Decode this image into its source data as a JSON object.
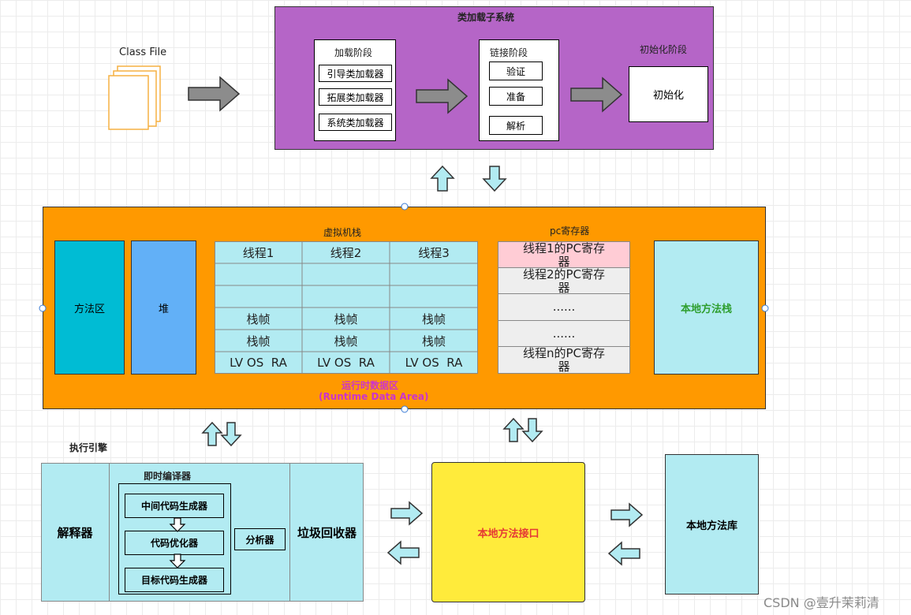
{
  "class_file": {
    "label": "Class File"
  },
  "loader": {
    "title": "类加载子系统",
    "loading": {
      "title": "加载阶段",
      "items": [
        "引导类加载器",
        "拓展类加载器",
        "系统类加载器"
      ]
    },
    "linking": {
      "title": "链接阶段",
      "items": [
        "验证",
        "准备",
        "解析"
      ]
    },
    "init": {
      "title": "初始化阶段",
      "box": "初始化"
    }
  },
  "runtime": {
    "title": "运行时数据区",
    "subtitle": "(Runtime Data Area)",
    "method_area": "方法区",
    "heap": "堆",
    "vm_stack": {
      "title": "虚拟机栈",
      "columns": [
        "线程1",
        "线程2",
        "线程3"
      ],
      "frame": "栈帧",
      "lvosra": "LV OS  RA"
    },
    "pc": {
      "title": "pc寄存器",
      "rows": [
        "线程1的PC寄存器",
        "线程2的PC寄存器",
        "......",
        "......",
        "线程n的PC寄存器"
      ]
    },
    "native_stack": "本地方法栈"
  },
  "engine": {
    "title": "执行引擎",
    "interpreter": "解释器",
    "jit": {
      "title": "即时编译器",
      "items": [
        "中间代码生成器",
        "代码优化器",
        "目标代码生成器"
      ],
      "analyzer": "分析器"
    },
    "gc": "垃圾回收器"
  },
  "native_interface": "本地方法接口",
  "native_library": "本地方法库",
  "watermark": "CSDN @壹升茉莉清",
  "colors": {
    "loader_bg": "#b565c7",
    "runtime_bg": "#ff9900",
    "method_area": "#00bcd4",
    "heap": "#62b0f7",
    "light_cyan": "#b2ebf2",
    "pc_highlight": "#ffccd5",
    "pc_gray": "#eeeeee",
    "native_interface": "#ffeb3b",
    "green_text": "#2e9e2e",
    "red_text": "#e53935",
    "purple_text": "#cc33cc"
  }
}
